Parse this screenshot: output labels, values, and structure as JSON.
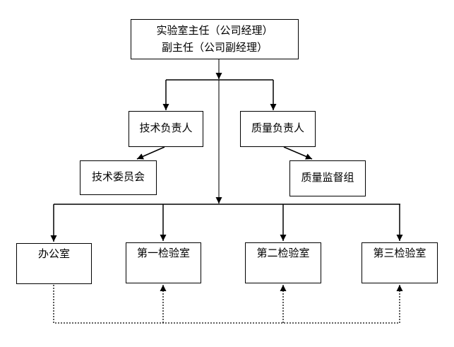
{
  "diagram": {
    "type": "org-chart",
    "nodes": {
      "director": {
        "line1": "实验室主任（公司经理）",
        "line2": "副主任（公司副经理）"
      },
      "technical_lead": {
        "label": "技术负责人"
      },
      "quality_lead": {
        "label": "质量负责人"
      },
      "technical_committee": {
        "label": "技术委员会"
      },
      "quality_supervision": {
        "label": "质量监督组"
      },
      "office": {
        "label": "办公室"
      },
      "lab1": {
        "label": "第一检验室"
      },
      "lab2": {
        "label": "第二检验室"
      },
      "lab3": {
        "label": "第三检验室"
      }
    },
    "edges": [
      {
        "from": "director",
        "to": "technical_lead",
        "style": "solid-arrow"
      },
      {
        "from": "director",
        "to": "quality_lead",
        "style": "solid-arrow"
      },
      {
        "from": "director",
        "to": "office",
        "style": "solid-arrow"
      },
      {
        "from": "director",
        "to": "lab1",
        "style": "solid-arrow"
      },
      {
        "from": "director",
        "to": "lab2",
        "style": "solid-arrow"
      },
      {
        "from": "director",
        "to": "lab3",
        "style": "solid-arrow"
      },
      {
        "from": "technical_lead",
        "to": "technical_committee",
        "style": "solid-arrow"
      },
      {
        "from": "quality_lead",
        "to": "quality_supervision",
        "style": "solid-arrow"
      },
      {
        "from": "office",
        "to": "lab1",
        "style": "dotted-arrow"
      },
      {
        "from": "office",
        "to": "lab2",
        "style": "dotted-arrow"
      },
      {
        "from": "office",
        "to": "lab3",
        "style": "dotted-arrow"
      }
    ],
    "colors": {
      "background": "#ffffff",
      "box_border": "#000000",
      "text": "#000000",
      "connector": "#000000",
      "trunk_line": "#7a7a7a"
    }
  }
}
